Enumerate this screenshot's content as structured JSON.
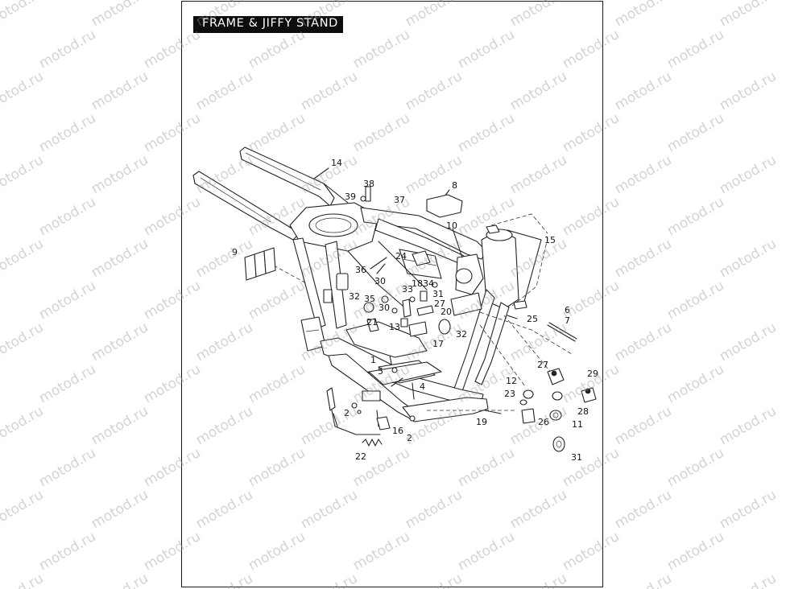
{
  "title": "FRAME & JIFFY STAND",
  "watermark": "motod.ru",
  "callouts": [
    "14",
    "38",
    "39",
    "37",
    "8",
    "10",
    "15",
    "9",
    "36",
    "24",
    "30",
    "18",
    "34",
    "33",
    "32",
    "35",
    "31",
    "30",
    "27",
    "21",
    "20",
    "13",
    "32",
    "25",
    "6",
    "7",
    "17",
    "1",
    "5",
    "27",
    "29",
    "12",
    "23",
    "4",
    "28",
    "2",
    "19",
    "26",
    "11",
    "16",
    "2",
    "22",
    "31"
  ]
}
